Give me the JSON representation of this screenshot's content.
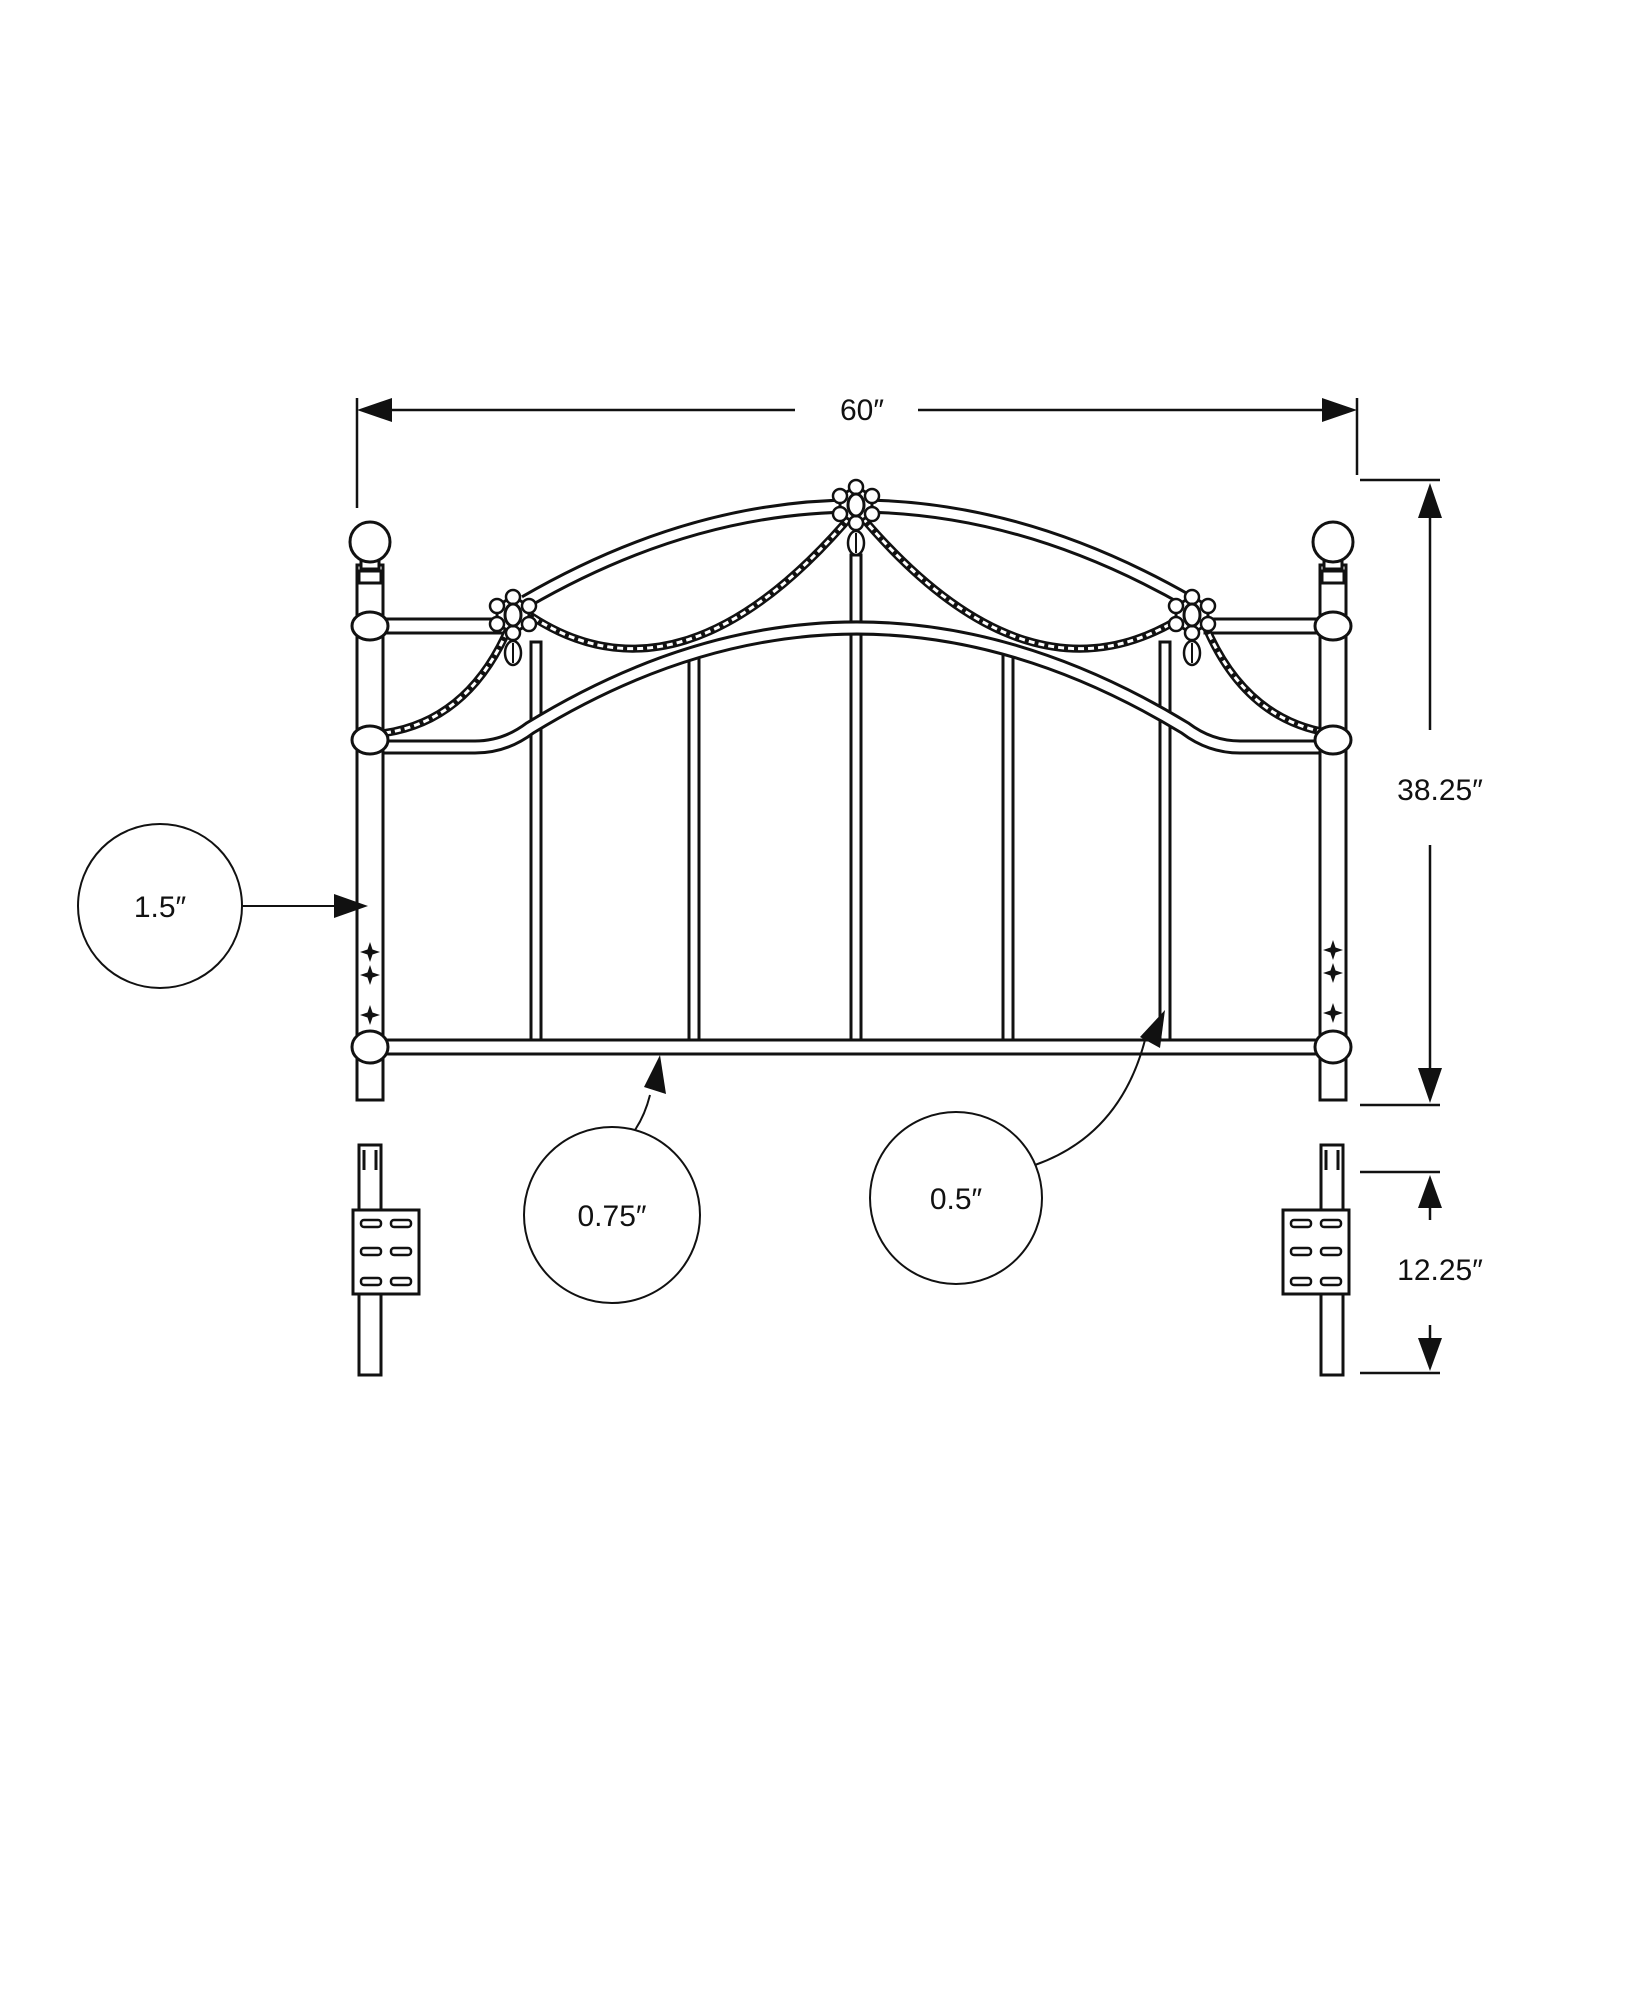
{
  "dimensions": {
    "width": "60″",
    "height": "38.25″",
    "leg_height": "12.25″"
  },
  "callouts": {
    "post_diameter": "1.5″",
    "bottom_rail_diameter": "0.75″",
    "spindle_diameter": "0.5″"
  },
  "colors": {
    "line": "#111111",
    "background": "#ffffff"
  }
}
